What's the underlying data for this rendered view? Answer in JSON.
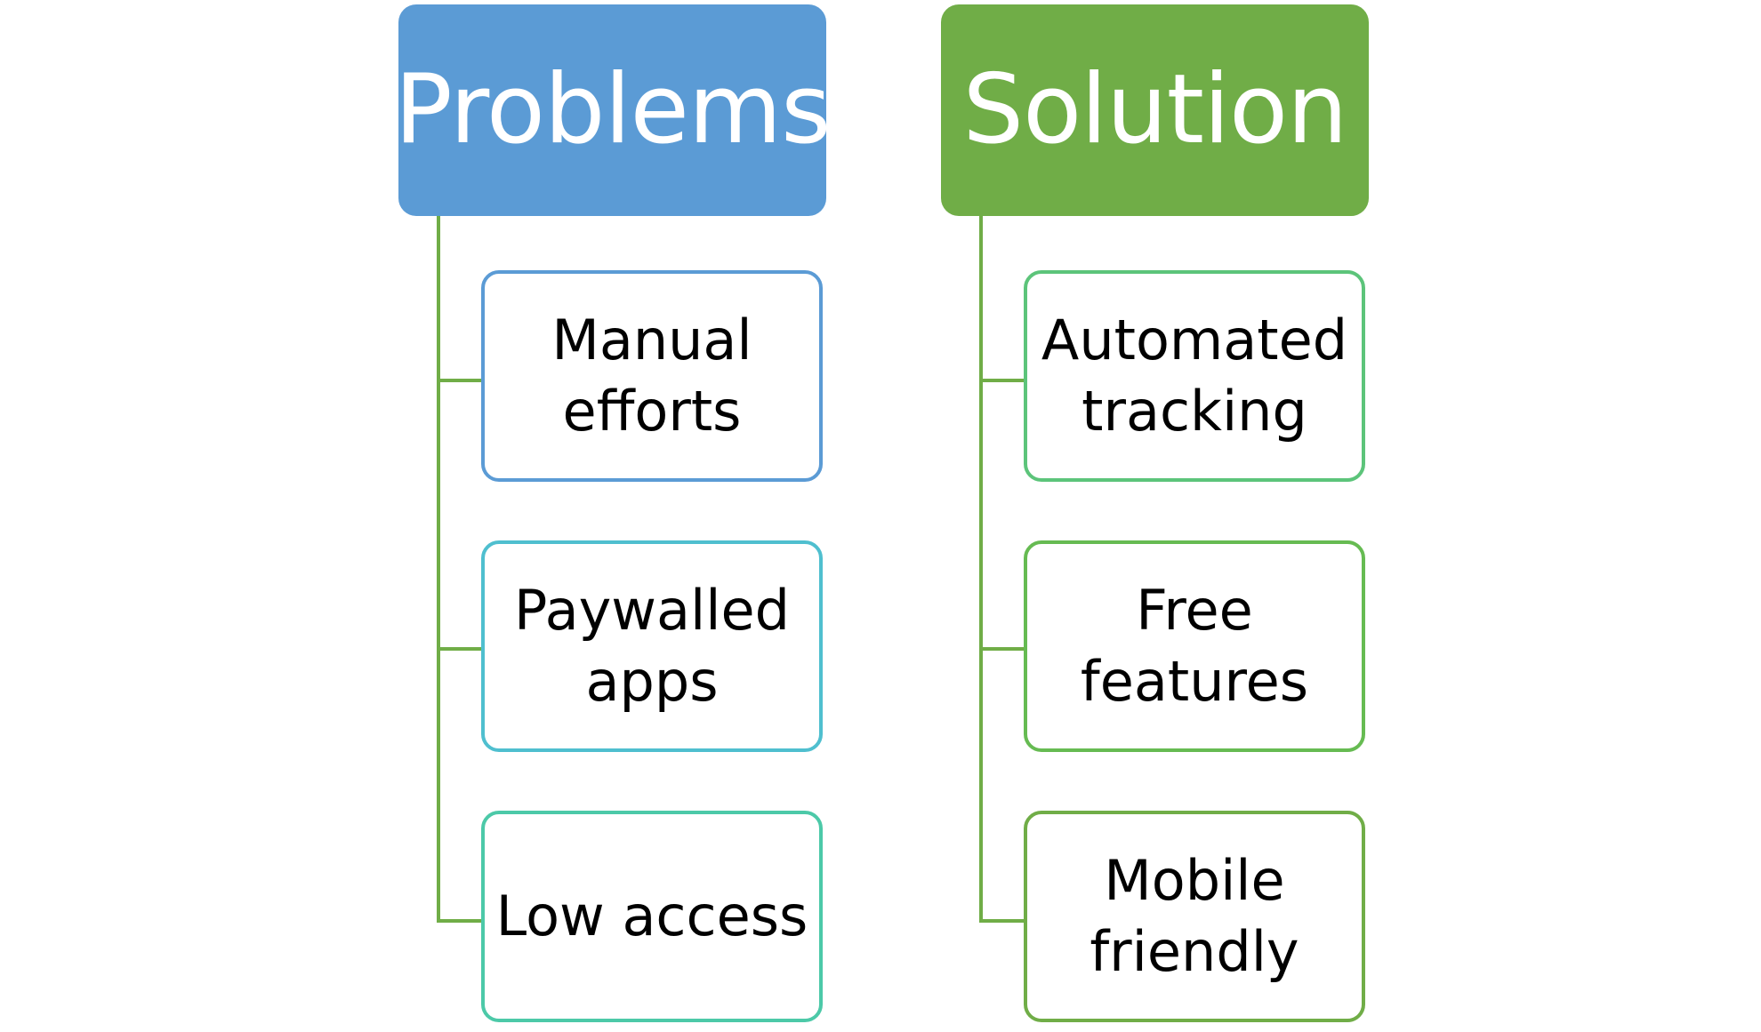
{
  "colors": {
    "problems_header": "#5b9bd5",
    "solution_header": "#70ad47",
    "connector": "#70ad47",
    "header_text": "#ffffff",
    "item_text": "#000000"
  },
  "columns": {
    "problems": {
      "title": "Problems",
      "items": [
        {
          "label": "Manual efforts",
          "border": "#5b9bd5"
        },
        {
          "label": "Paywalled apps",
          "border": "#4fbfcf"
        },
        {
          "label": "Low access",
          "border": "#4cc9a8"
        }
      ]
    },
    "solution": {
      "title": "Solution",
      "items": [
        {
          "label": "Automated tracking",
          "border": "#5cc47a"
        },
        {
          "label": "Free features",
          "border": "#66bb52"
        },
        {
          "label": "Mobile friendly",
          "border": "#70ad47"
        }
      ]
    }
  }
}
